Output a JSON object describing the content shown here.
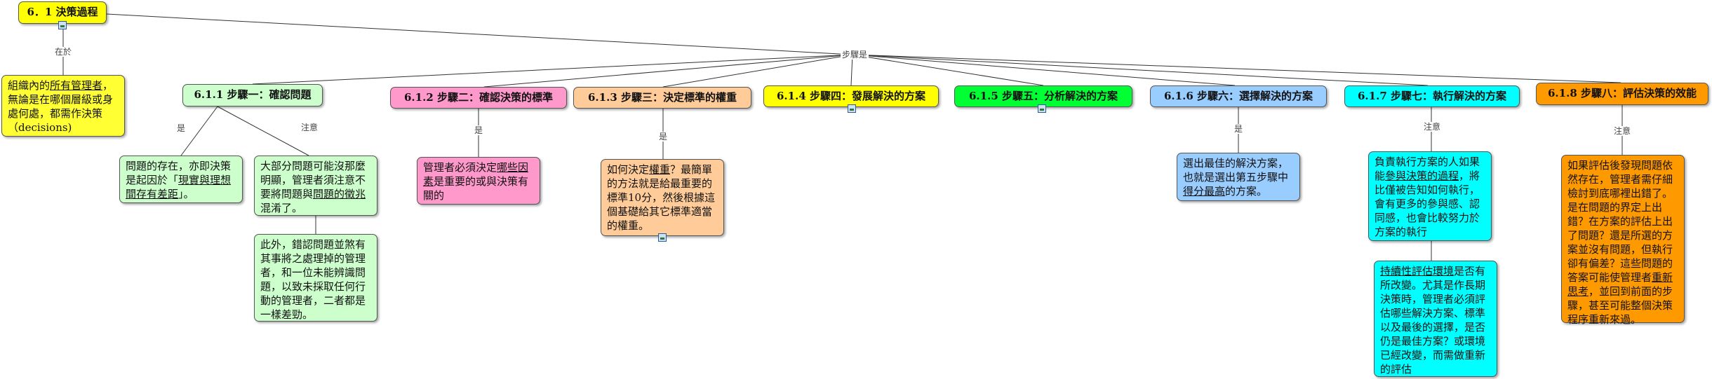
{
  "root": {
    "title": "6．1 決策過程"
  },
  "link_labels": {
    "in": "在於",
    "steps": "步驟是",
    "is": "是",
    "note": "注意"
  },
  "intro": {
    "t1": "組織內的",
    "t2": "所有管理者",
    "t3": "，無論是在哪個層級或身處何處，都需作決策（decisions)"
  },
  "steps": [
    {
      "title": "6.1.1 步驟一：確認問題"
    },
    {
      "title": "6.1.2 步驟二：確認決策的標準"
    },
    {
      "title": "6.1.3 步驟三：決定標準的權重"
    },
    {
      "title": "6.1.4 步驟四：發展解決的方案"
    },
    {
      "title": "6.1.5 步驟五：分析解決的方案"
    },
    {
      "title": "6.1.6 步驟六：選擇解決的方案"
    },
    {
      "title": "6.1.7 步驟七：執行解決的方案"
    },
    {
      "title": "6.1.8 步驟八：評估決策的效能"
    }
  ],
  "notes": {
    "s1_is": {
      "t1": "問題的存在，亦即決策是起因於「",
      "t2": "現實與理想間存有差距",
      "t3": "」。"
    },
    "s1_note": {
      "t1": "大部分問題可能沒那麼明顯，管理者須注意不要將問題與",
      "t2": "問題的徵兆",
      "t3": "混淆了。"
    },
    "s1_more": {
      "t1": "此外，錯認問題並煞有其事將之處理掉的管理者，和一位未能辨識問題，以致未採取任何行動的管理者，二者都是一樣差勁。"
    },
    "s2_is": {
      "t1": "管理者必須決定",
      "t2": "哪些因素",
      "t3": "是重要的或與決策有關的"
    },
    "s3_is": {
      "t1": "如何決定",
      "t2": "權重",
      "t3": "？最簡單的方法就是給最重要的標準10分，然後根據這個基礎給其它標準適當的權重。"
    },
    "s6_is": {
      "t1": "選出最佳的解決方案，也就是選出第五步驟中",
      "t2": "得分最高",
      "t3": "的方案。"
    },
    "s7_note": {
      "t1": "負責執行方案的人如果能",
      "t2": "參與決策的過程",
      "t3": "，將比僅被告知如何執行，會有更多的參與感、認同感，也會比較努力於方案的執行"
    },
    "s7_more": {
      "t1": "持續性評估環境",
      "t2": "是否有所改變。尤其是作長期決策時，管理者必須評估哪些解決方案、標準以及最後的選擇，是否仍是最佳方案？或環境已經改變，而需做重新的評估"
    },
    "s8_note": {
      "t1": "如果評估後發現問題依然存在，管理者需仔細檢討到底哪裡出錯了。是在問題的界定上出錯？在方案的評估上出了問題？還是所選的方案並沒有問題，但執行卻有偏差？這些問題的答案可能使管理者",
      "t2": "重新思考",
      "t3": "，並回到前面的步驟，甚至可能整個決策程序重新來過。"
    }
  }
}
